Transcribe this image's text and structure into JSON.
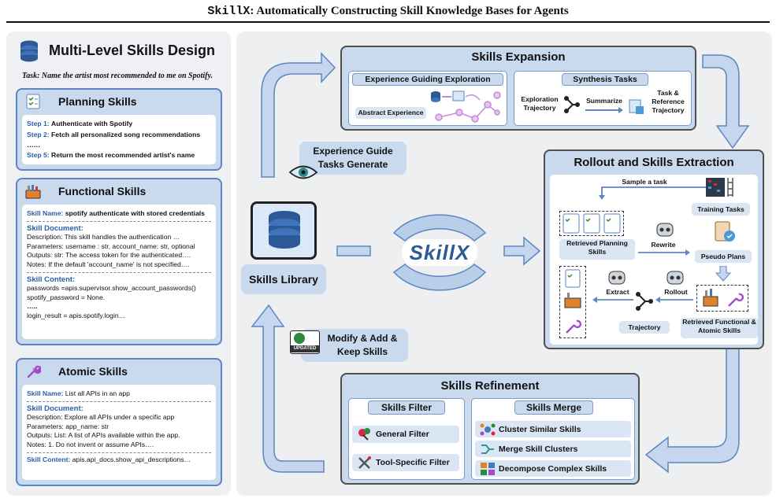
{
  "header": {
    "title_mono": "SkillX",
    "title_rest": ": Automatically Constructing Skill Knowledge Bases for Agents"
  },
  "left": {
    "title": "Multi-Level Skills Design",
    "task": "Task: Name the artist most recommended to me on Spotify.",
    "planning": {
      "title": "Planning Skills",
      "steps": [
        {
          "label": "Step 1:",
          "text": "Authenticate with Spotify"
        },
        {
          "label": "Step 2:",
          "text": "Fetch all personalized song recommendations"
        },
        {
          "label": "……",
          "text": ""
        },
        {
          "label": "Step 5:",
          "text": "Return the most recommended artist's name"
        }
      ]
    },
    "functional": {
      "title": "Functional Skills",
      "name_label": "Skill Name:",
      "name_value": "spotify authenticate with stored credentials",
      "doc_label": "Skill Document:",
      "doc_lines": [
        "Description: This skill handles the authentication …",
        "Parameters: username : str, account_name: str, optional",
        "Outputs: str: The access token for the authenticated….",
        "Notes: If the default 'account_name' is not specified…."
      ],
      "content_label": "Skill Content:",
      "content_lines": [
        "passwords =apis.supervisor.show_account_passwords()",
        "spotify_password = None.",
        "…..",
        "login_result = apis.spotify.login…"
      ]
    },
    "atomic": {
      "title": "Atomic Skills",
      "name_label": "Skill Name:",
      "name_value": "List all APIs in an app",
      "doc_label": "Skill Document:",
      "doc_lines": [
        "Description: Explore all APIs under a specific app",
        "Parameters: app_name: str",
        "Outputs: List: A list of APIs available within the app.",
        "Notes: 1. Do not invent or assume APIs…."
      ],
      "content_label": "Skill Content:",
      "content_value": "apis.api_docs.show_api_descriptions…"
    }
  },
  "expansion": {
    "title": "Skills Expansion",
    "guiding": "Experience Guiding Exploration",
    "abstract": "Abstract Experience",
    "synthesis": "Synthesis Tasks",
    "exploration_trajectory": "Exploration Trajectory",
    "summarize": "Summarize",
    "task_ref": "Task & Reference Trajectory"
  },
  "guide": {
    "label": "Experience Guide Tasks Generate"
  },
  "library": {
    "label": "Skills Library"
  },
  "center": {
    "logo": "SkillX"
  },
  "modify": {
    "label": "Modify & Add & Keep Skills",
    "badge": "UPDATED"
  },
  "rollout": {
    "title": "Rollout and Skills Extraction",
    "sample": "Sample a task",
    "training": "Training Tasks",
    "retrieved_planning": "Retrieved Planning Skills",
    "rewrite": "Rewrite",
    "pseudo": "Pseudo Plans",
    "extract": "Extract",
    "rollout_lbl": "Rollout",
    "trajectory": "Trajectory",
    "retrieved_functional": "Retrieved Functional & Atomic Skills"
  },
  "refinement": {
    "title": "Skills Refinement",
    "filter_title": "Skills Filter",
    "filters": [
      "General Filter",
      "Tool-Specific Filter"
    ],
    "merge_title": "Skills Merge",
    "merges": [
      "Cluster Similar Skills",
      "Merge Skill Clusters",
      "Decompose Complex Skills"
    ]
  },
  "colors": {
    "card_fill": "#c9d9ee",
    "card_border": "#5b86c2",
    "arrow_fill": "#c5d6ee",
    "arrow_stroke": "#5b86c2",
    "accent_blue": "#2b5fa6"
  }
}
